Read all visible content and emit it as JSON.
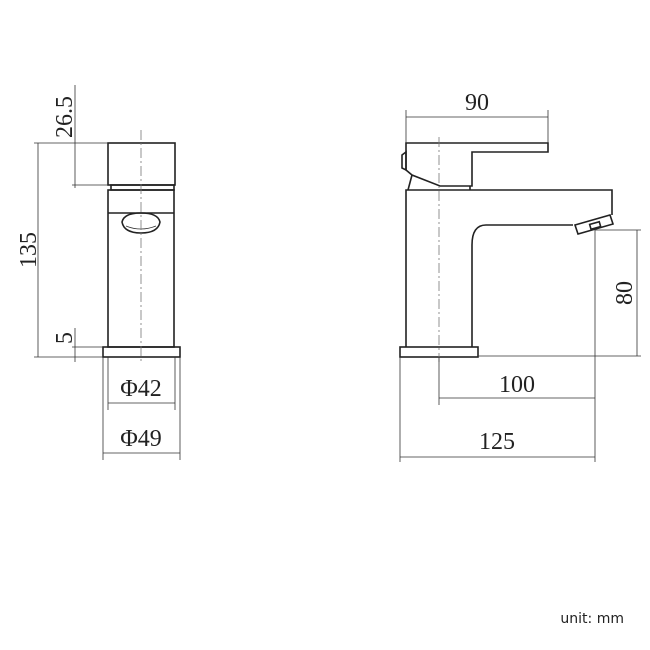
{
  "front_view": {
    "height_total": "135",
    "handle_height": "26.5",
    "base_height": "5",
    "body_diameter": "Φ42",
    "base_diameter": "Φ49"
  },
  "side_view": {
    "handle_length": "90",
    "spout_height": "80",
    "spout_reach": "100",
    "total_depth": "125"
  },
  "unit_label": "unit: mm"
}
